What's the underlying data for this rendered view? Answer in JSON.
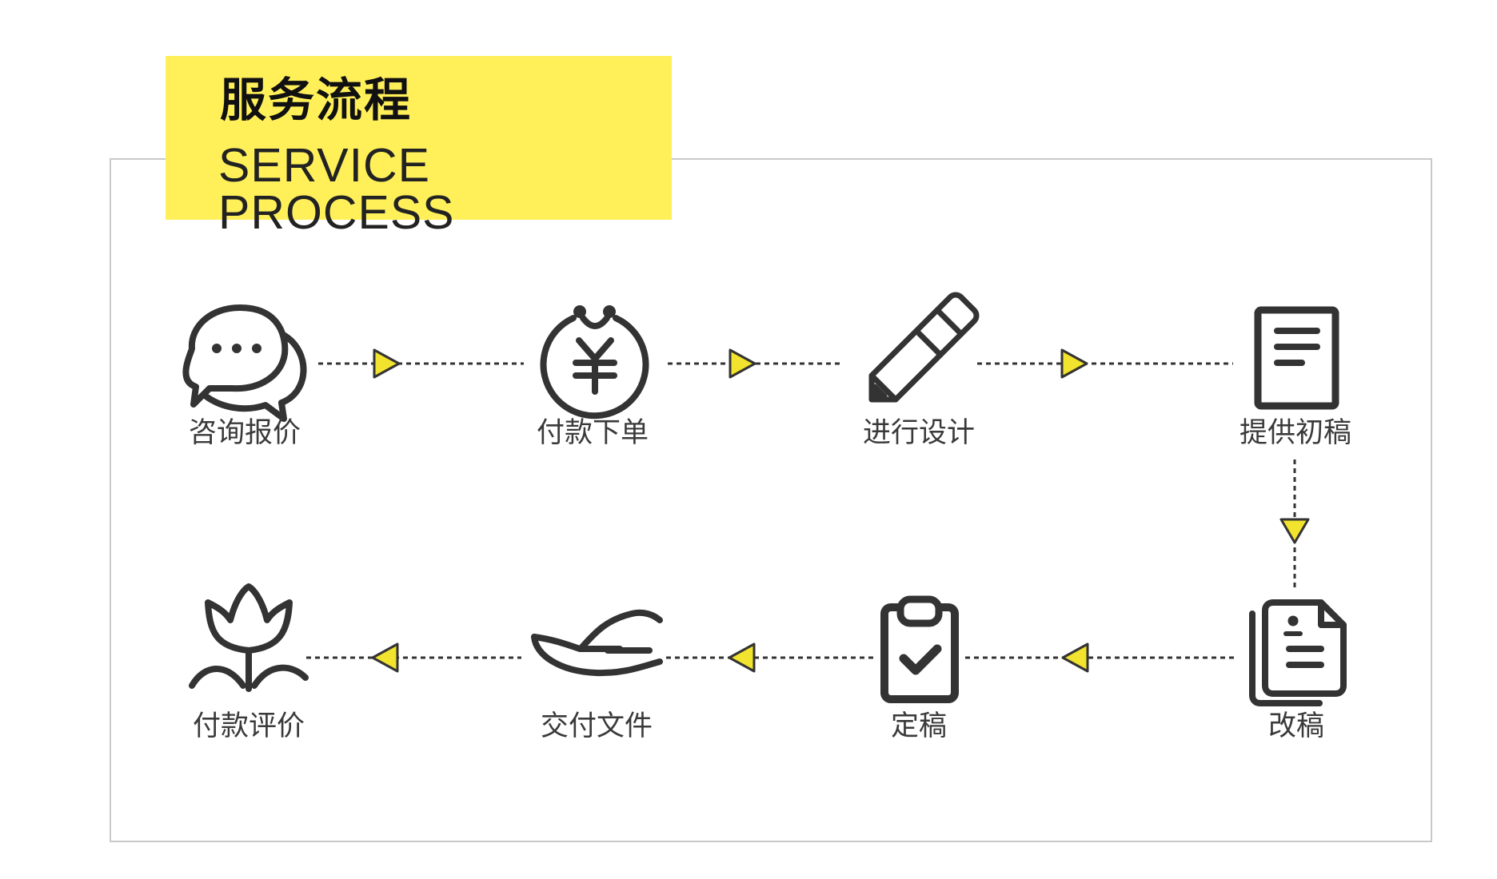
{
  "header": {
    "title_cn": "服务流程",
    "title_en": "SERVICE PROCESS"
  },
  "colors": {
    "accent": "#fff05a",
    "arrow": "#f2e32e",
    "icon": "#333333",
    "frame": "#c9c9c9"
  },
  "steps": [
    {
      "label": "咨询报价",
      "icon": "chat-bubbles-icon"
    },
    {
      "label": "付款下单",
      "icon": "yuan-coin-icon"
    },
    {
      "label": "进行设计",
      "icon": "pencil-icon"
    },
    {
      "label": "提供初稿",
      "icon": "document-icon"
    },
    {
      "label": "改稿",
      "icon": "copy-files-icon"
    },
    {
      "label": "定稿",
      "icon": "clipboard-check-icon"
    },
    {
      "label": "交付文件",
      "icon": "hand-icon"
    },
    {
      "label": "付款评价",
      "icon": "tulip-icon"
    }
  ]
}
